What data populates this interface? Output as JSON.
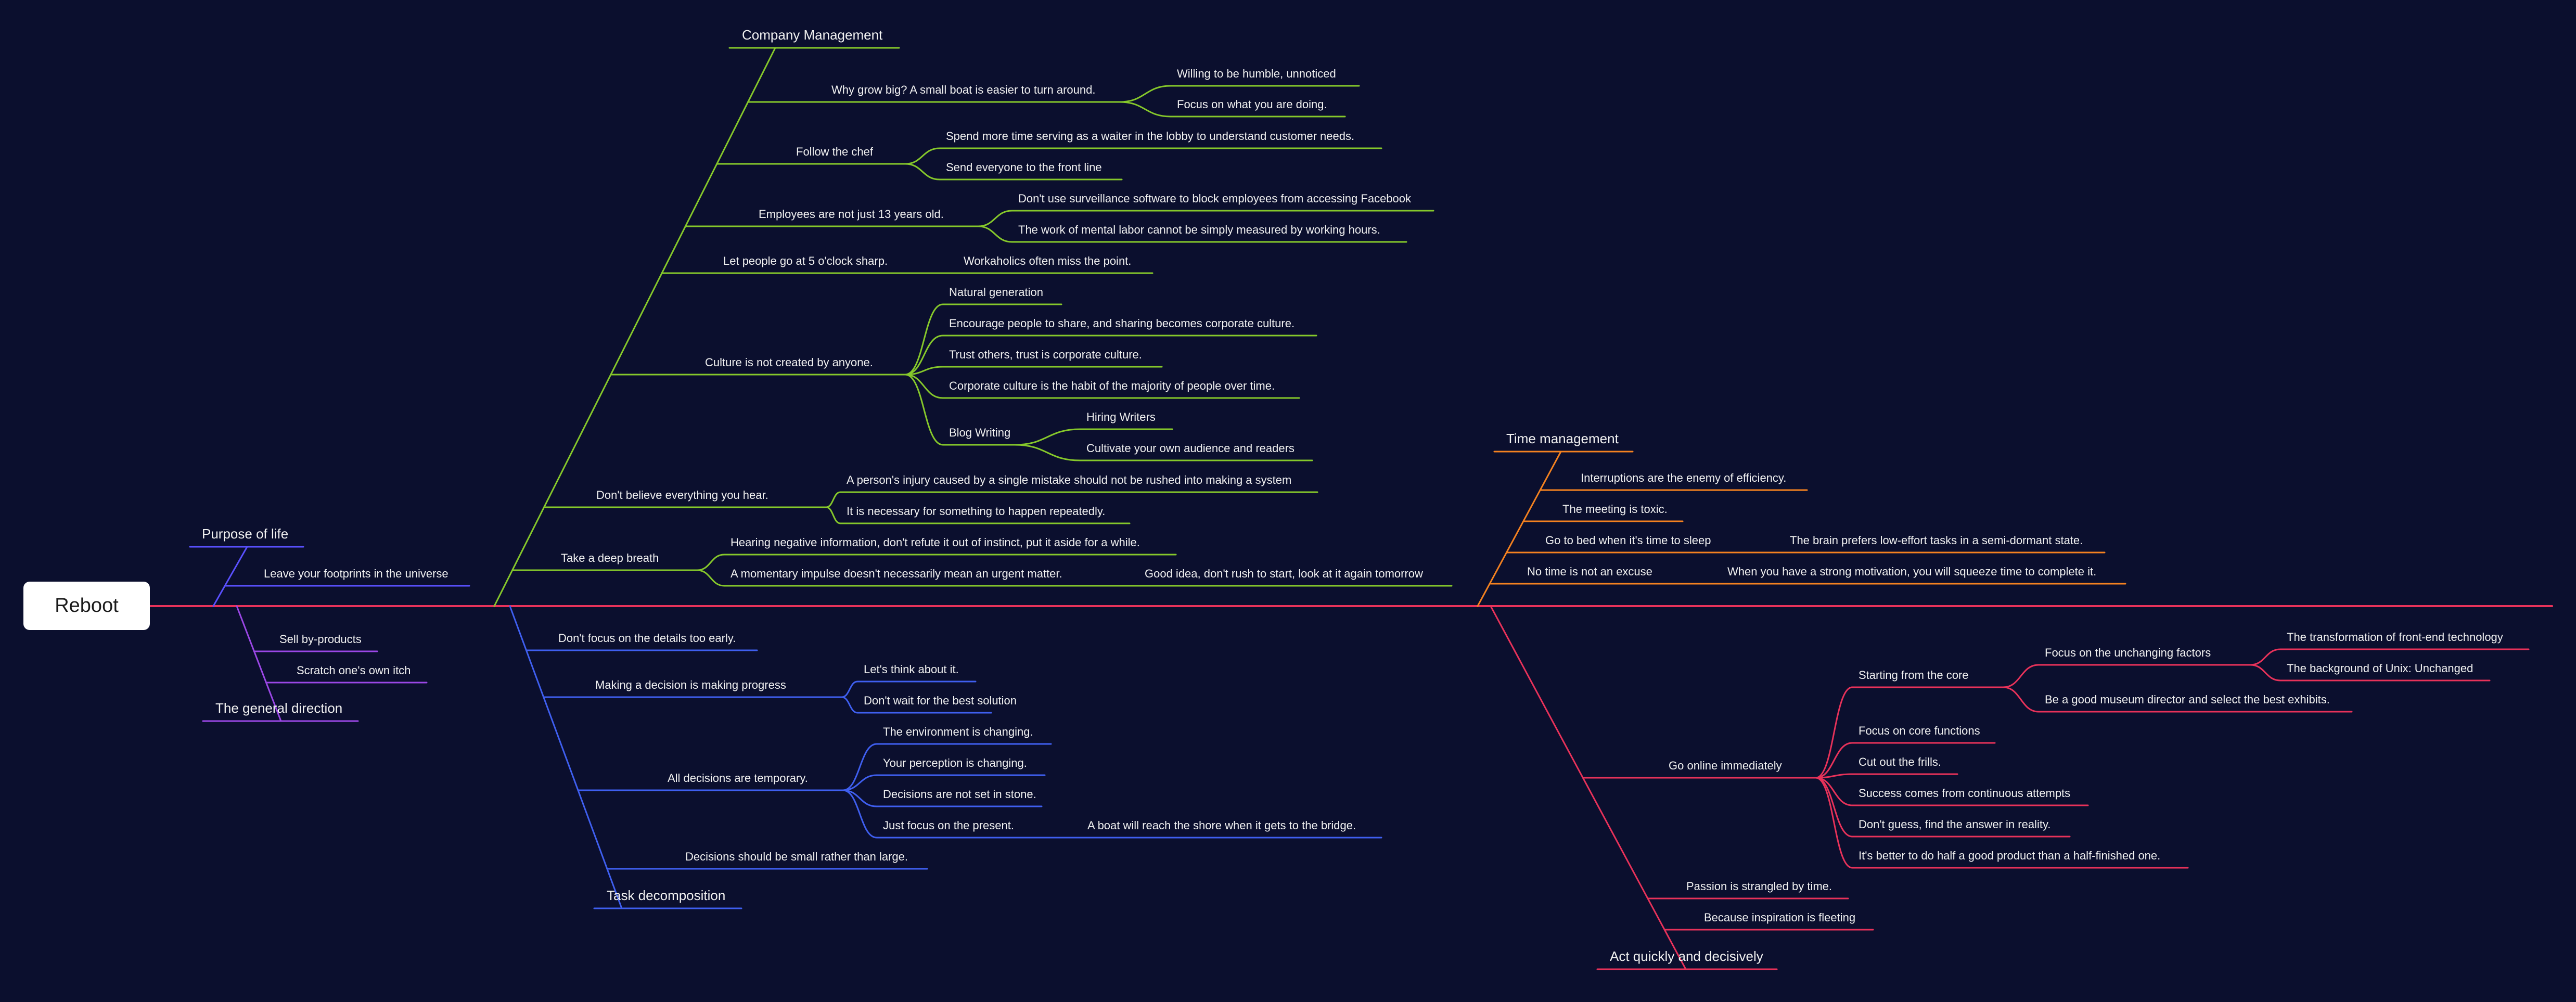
{
  "root": {
    "label": "Reboot"
  },
  "colors": {
    "background": "#0b0f2e",
    "spine": "#e8325a"
  },
  "branches": [
    {
      "id": "company",
      "label": "Company Management",
      "color": "#86c82b",
      "children": [
        {
          "id": "c1",
          "label": "Why grow big? A small boat is easier to turn around.",
          "children": [
            {
              "id": "c1a",
              "label": "Willing to be humble, unnoticed"
            },
            {
              "id": "c1b",
              "label": "Focus on what you are doing."
            }
          ]
        },
        {
          "id": "c2",
          "label": "Follow the chef",
          "children": [
            {
              "id": "c2a",
              "label": "Spend more time serving as a waiter in the lobby to understand customer needs."
            },
            {
              "id": "c2b",
              "label": "Send everyone to the front line"
            }
          ]
        },
        {
          "id": "c3",
          "label": "Employees are not just 13 years old.",
          "children": [
            {
              "id": "c3a",
              "label": "Don't use surveillance software to block employees from accessing Facebook"
            },
            {
              "id": "c3b",
              "label": "The work of mental labor cannot be simply measured by working hours."
            }
          ]
        },
        {
          "id": "c4",
          "label": "Let people go at 5 o'clock sharp.",
          "children": [
            {
              "id": "c4a",
              "label": "Workaholics often miss the point."
            }
          ]
        },
        {
          "id": "c5",
          "label": "Culture is not created by anyone.",
          "children": [
            {
              "id": "c5a",
              "label": "Natural generation"
            },
            {
              "id": "c5b",
              "label": "Encourage people to share, and sharing becomes corporate culture."
            },
            {
              "id": "c5c",
              "label": "Trust others, trust is corporate culture."
            },
            {
              "id": "c5d",
              "label": "Corporate culture is the habit of the majority of people over time."
            },
            {
              "id": "c5e",
              "label": "Blog Writing",
              "children": [
                {
                  "id": "c5e1",
                  "label": "Hiring Writers"
                },
                {
                  "id": "c5e2",
                  "label": "Cultivate your own audience and readers"
                }
              ]
            }
          ]
        },
        {
          "id": "c6",
          "label": "Don't believe everything you hear.",
          "children": [
            {
              "id": "c6a",
              "label": "A person's injury caused by a single mistake should not be rushed into making a system"
            },
            {
              "id": "c6b",
              "label": "It is necessary for something to happen repeatedly."
            }
          ]
        },
        {
          "id": "c7",
          "label": "Take a deep breath",
          "children": [
            {
              "id": "c7a",
              "label": "Hearing negative information, don't refute it out of instinct, put it aside for a while."
            },
            {
              "id": "c7b",
              "label": "A momentary impulse doesn't necessarily mean an urgent matter.",
              "children": [
                {
                  "id": "c7b1",
                  "label": "Good idea, don't rush to start, look at it again tomorrow"
                }
              ]
            }
          ]
        }
      ]
    },
    {
      "id": "purpose",
      "label": "Purpose of life",
      "color": "#5a50ff",
      "children": [
        {
          "id": "p1",
          "label": "Leave your footprints in the universe"
        }
      ]
    },
    {
      "id": "general",
      "label": "The general direction",
      "color": "#9b47e6",
      "children": [
        {
          "id": "g1",
          "label": "Sell by-products"
        },
        {
          "id": "g2",
          "label": "Scratch one's own itch"
        }
      ]
    },
    {
      "id": "task",
      "label": "Task decomposition",
      "color": "#3f5ff0",
      "children": [
        {
          "id": "t1",
          "label": "Don't focus on the details too early."
        },
        {
          "id": "t2",
          "label": "Making a decision is making progress",
          "children": [
            {
              "id": "t2a",
              "label": "Let's think about it."
            },
            {
              "id": "t2b",
              "label": "Don't wait for the best solution"
            }
          ]
        },
        {
          "id": "t3",
          "label": "All decisions are temporary.",
          "children": [
            {
              "id": "t3a",
              "label": "The environment is changing."
            },
            {
              "id": "t3b",
              "label": "Your perception is changing."
            },
            {
              "id": "t3c",
              "label": "Decisions are not set in stone."
            },
            {
              "id": "t3d",
              "label": "Just focus on the present.",
              "children": [
                {
                  "id": "t3d1",
                  "label": "A boat will reach the shore when it gets to the bridge."
                }
              ]
            }
          ]
        },
        {
          "id": "t4",
          "label": "Decisions should be small rather than large."
        }
      ]
    },
    {
      "id": "time",
      "label": "Time management",
      "color": "#f58220",
      "children": [
        {
          "id": "tm1",
          "label": "Interruptions are the enemy of efficiency."
        },
        {
          "id": "tm2",
          "label": "The meeting is toxic."
        },
        {
          "id": "tm3",
          "label": "Go to bed when it's time to sleep",
          "children": [
            {
              "id": "tm3a",
              "label": "The brain prefers low-effort tasks in a semi-dormant state."
            }
          ]
        },
        {
          "id": "tm4",
          "label": "No time is not an excuse",
          "children": [
            {
              "id": "tm4a",
              "label": "When you have a strong motivation, you will squeeze time to complete it."
            }
          ]
        }
      ]
    },
    {
      "id": "act",
      "label": "Act quickly and decisively",
      "color": "#e8325a",
      "children": [
        {
          "id": "a1",
          "label": "Go online immediately",
          "children": [
            {
              "id": "a1a",
              "label": "Starting from the core",
              "children": [
                {
                  "id": "a1a1",
                  "label": "Focus on the unchanging factors",
                  "children": [
                    {
                      "id": "a1a1x",
                      "label": "The transformation of front-end technology"
                    },
                    {
                      "id": "a1a1y",
                      "label": "The background of Unix: Unchanged"
                    }
                  ]
                },
                {
                  "id": "a1a2",
                  "label": "Be a good museum director and select the best exhibits."
                }
              ]
            },
            {
              "id": "a1b",
              "label": "Focus on core functions"
            },
            {
              "id": "a1c",
              "label": "Cut out the frills."
            },
            {
              "id": "a1d",
              "label": "Success comes from continuous attempts"
            },
            {
              "id": "a1e",
              "label": "Don't guess, find the answer in reality."
            },
            {
              "id": "a1f",
              "label": "It's better to do half a good product than a half-finished one."
            }
          ]
        },
        {
          "id": "a2",
          "label": "Passion is strangled by time."
        },
        {
          "id": "a3",
          "label": "Because inspiration is fleeting"
        }
      ]
    }
  ]
}
